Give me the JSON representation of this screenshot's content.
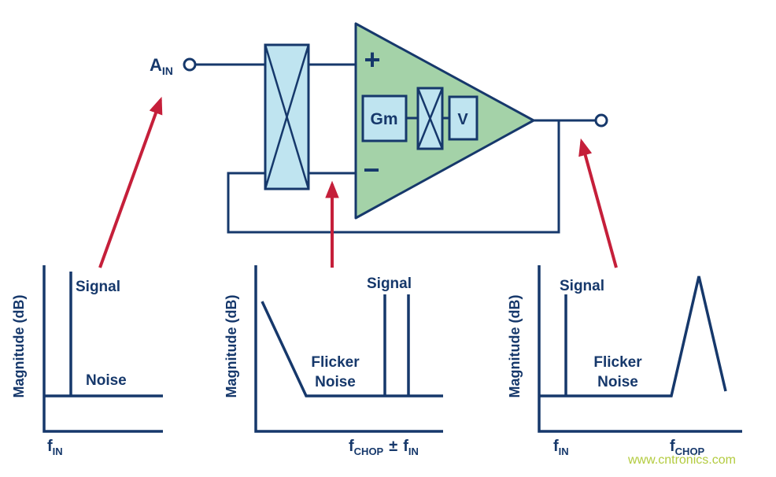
{
  "colors": {
    "background": "#ffffff",
    "line": "#16386b",
    "chopper_fill": "#bfe4f0",
    "amp_fill": "#a4d2a8",
    "arrow": "#c51f3a",
    "watermark": "#b3cb3f"
  },
  "circuit": {
    "input": {
      "base": "A",
      "sub": "IN"
    },
    "plus_label": "+",
    "minus_label": "−",
    "gm_label": "Gm",
    "v_label": "V"
  },
  "plots": [
    {
      "ylabel": "Magnitude (dB)",
      "signal": "Signal",
      "noise": "Noise",
      "xlabel": {
        "f": "f",
        "sub": "IN"
      }
    },
    {
      "ylabel": "Magnitude (dB)",
      "signal": "Signal",
      "noise1": "Flicker",
      "noise2": "Noise",
      "xlabel": {
        "f1": "f",
        "sub1": "CHOP",
        "pm": "±",
        "f2": "f",
        "sub2": "IN"
      }
    },
    {
      "ylabel": "Magnitude (dB)",
      "signal": "Signal",
      "noise1": "Flicker",
      "noise2": "Noise",
      "xlabel1": {
        "f": "f",
        "sub": "IN"
      },
      "xlabel2": {
        "f": "f",
        "sub": "CHOP"
      }
    }
  ],
  "watermark": "www.cntronics.com"
}
